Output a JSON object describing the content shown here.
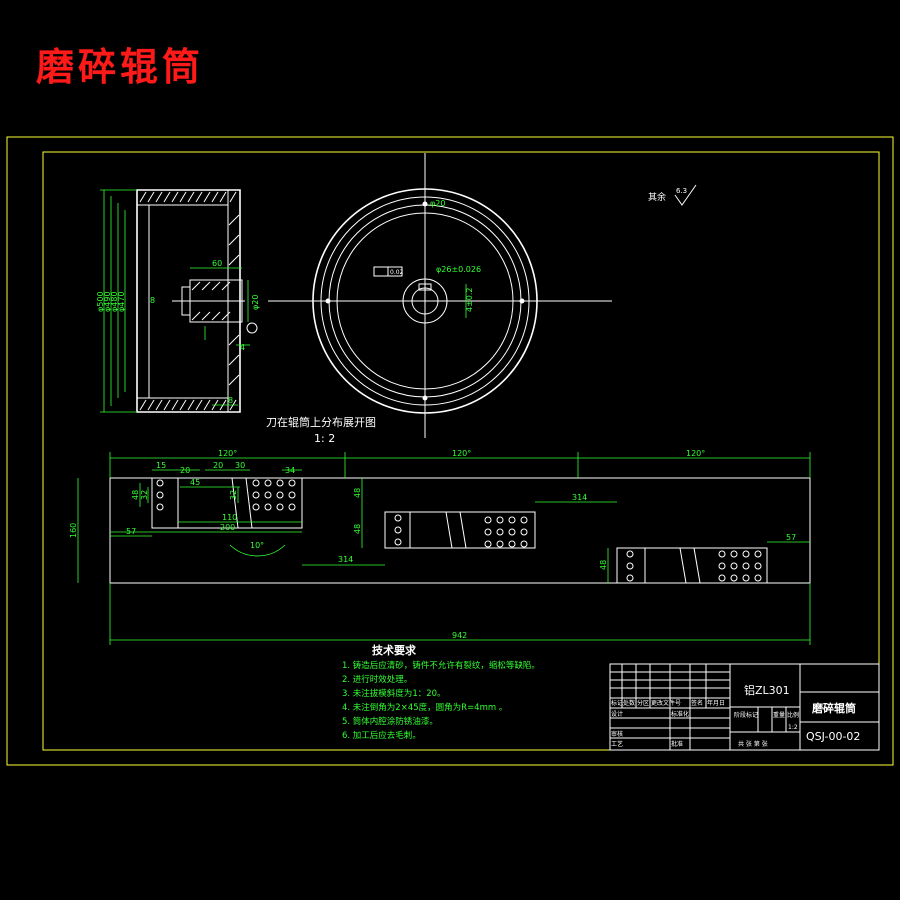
{
  "page_title": "磨碎辊筒",
  "views": {
    "section": {
      "dims_left": [
        "φ500",
        "φ490",
        "φ480",
        "φ470"
      ],
      "dim_top_hub": "60",
      "dim_hub_b": "8",
      "dim_hub_small": "φ20",
      "dim_right_a": "4",
      "dim_right_b": "8"
    },
    "front": {
      "ring_label": "0.02",
      "bore_label": "φ26±0.026",
      "key_label": "4±0.2",
      "key_label2": "φ20"
    },
    "roughness": {
      "label": "其余",
      "value": "6.3"
    },
    "caption": {
      "line1": "刀在辊筒上分布展开图",
      "line2": "1: 2"
    },
    "development": {
      "angle_1": "120°",
      "angle_2": "120°",
      "angle_3": "120°",
      "d15": "15",
      "d20a": "20",
      "d20b": "20",
      "d30": "30",
      "d45": "45",
      "d34": "34",
      "d48_1": "48",
      "d32_1": "32",
      "d32_2": "32",
      "d48_2": "48",
      "d48_3": "48",
      "d48_4": "48",
      "d110": "110",
      "d200": "200",
      "d57_left": "57",
      "d57_right": "57",
      "d10deg": "10°",
      "d314_1": "314",
      "d314_2": "314",
      "d160": "160",
      "d942": "942"
    }
  },
  "tech_requirements": {
    "heading": "技术要求",
    "items": [
      "1. 铸造后应清砂，铸件不允许有裂纹，缩松等缺陷。",
      "2. 进行时效处理。",
      "3. 未注拔模斜度为1：20。",
      "4. 未注倒角为2×45度，圆角为R=4mm 。",
      "5. 筒体内腔涂防锈油漆。",
      "6. 加工后应去毛刺。"
    ]
  },
  "title_block": {
    "material": "铝ZL301",
    "part_name": "磨碎辊筒",
    "drawing_no": "QSJ-00-02",
    "header_cells": [
      "标记",
      "处数",
      "分区",
      "更改文件号",
      "签名",
      "年月日"
    ],
    "designer": "设计",
    "standard": "标准化",
    "review": "审核",
    "process": "工艺",
    "approve": "批准",
    "stage": "阶段标记",
    "weight": "重量",
    "scale_label": "比例",
    "scale": "1:2",
    "sheets": "共 张 第 张"
  },
  "colors": {
    "background": "#000000",
    "frame": "#ffff33",
    "lines": "#ffffff",
    "dimensions": "#33ff33",
    "title": "#ff1a1a"
  }
}
